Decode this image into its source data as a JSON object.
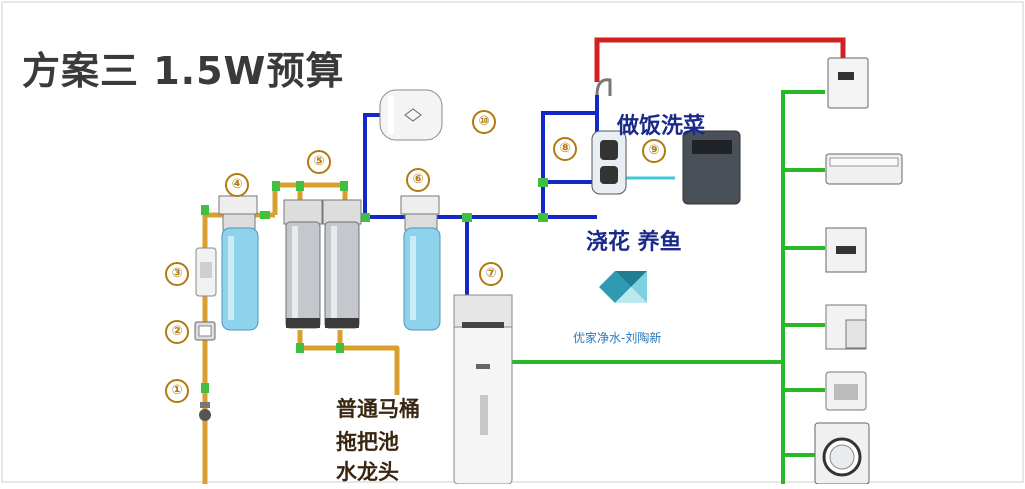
{
  "title": "方案三  1.5W预算",
  "labels": {
    "cooking": "做饭洗菜",
    "watering": "浇花 养鱼",
    "fixtures": [
      "普通马桶",
      "拖把池",
      "水龙头"
    ]
  },
  "callouts": [
    "①",
    "②",
    "③",
    "④",
    "⑤",
    "⑥",
    "⑦",
    "⑧",
    "⑨",
    "⑩"
  ],
  "brand_watermark": "优家净水-刘陶新",
  "colors": {
    "supply_pipe": "#d9a030",
    "purified_pipe": "#1428c8",
    "soft_pipe": "#28b828",
    "hot_pipe": "#d02020",
    "green_fitting": "#40c040"
  }
}
